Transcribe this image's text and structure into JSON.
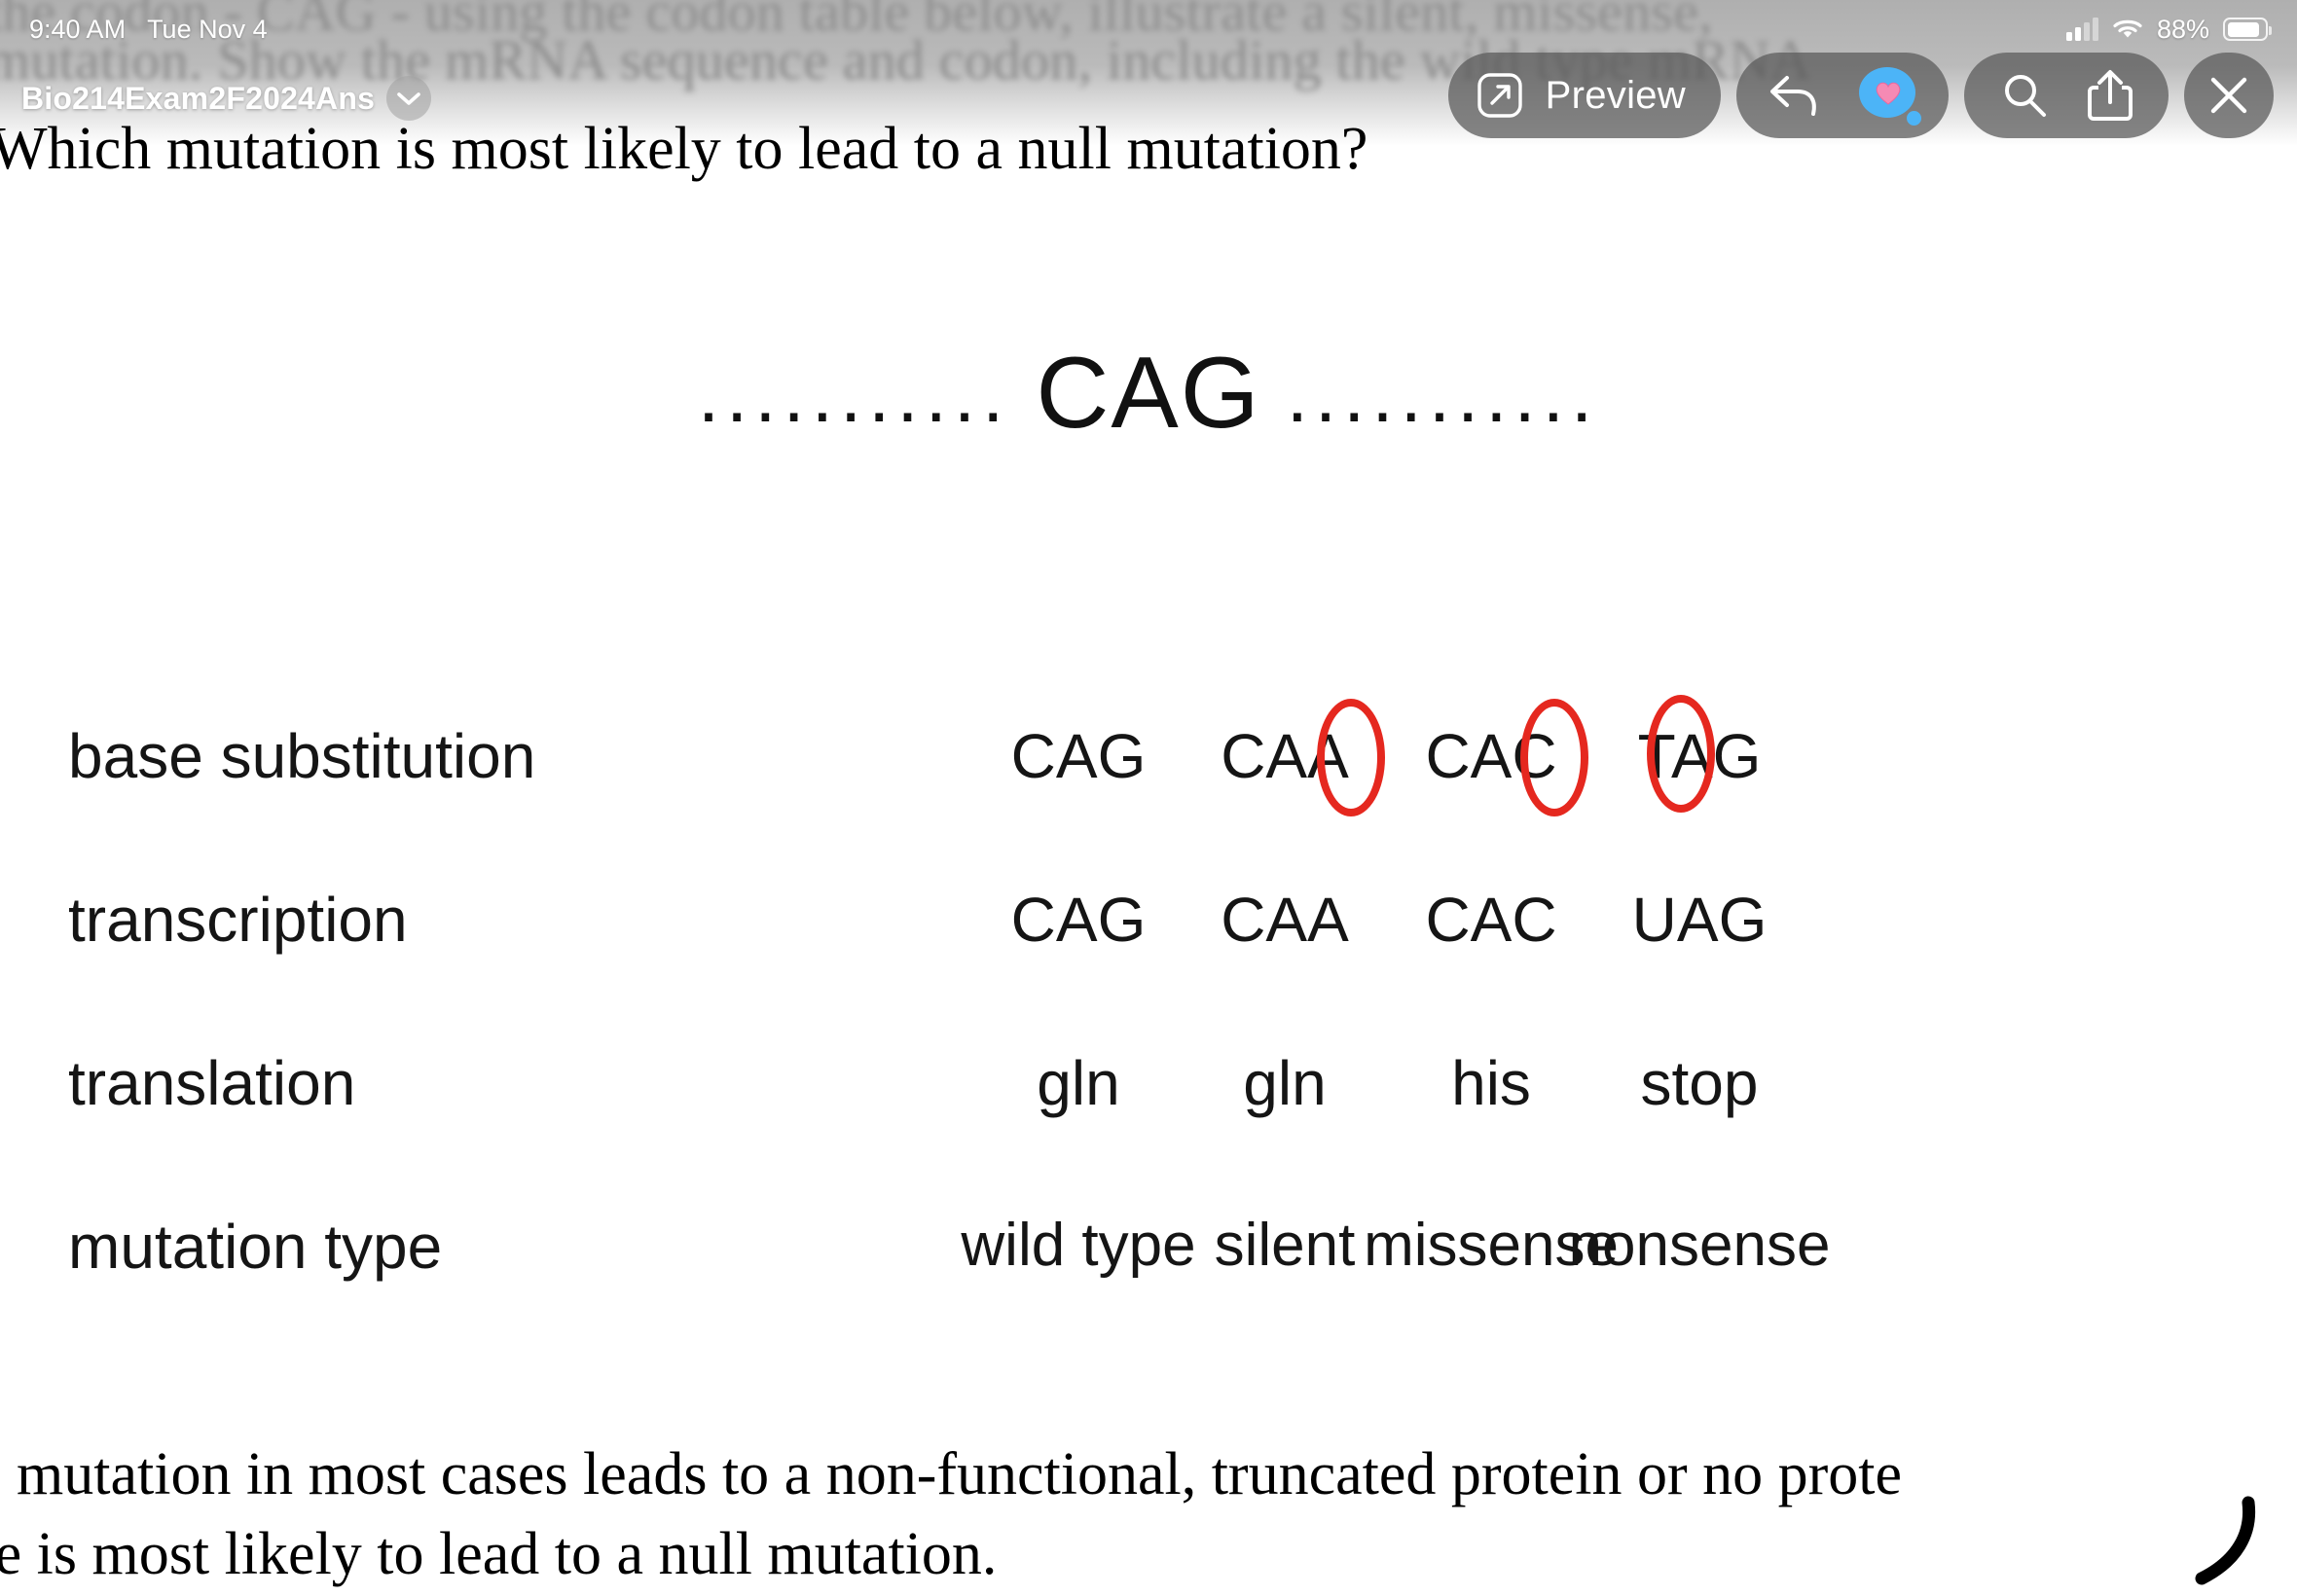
{
  "status_bar": {
    "time": "9:40 AM",
    "date": "Tue Nov 4",
    "battery_percent": "88%",
    "icons": [
      "cellular-signal-icon",
      "wifi-icon",
      "battery-icon"
    ]
  },
  "file_chip": {
    "filename": "Bio214Exam2F2024Ans",
    "chevron": "chevron-down-icon"
  },
  "toolbar": {
    "preview_label": "Preview",
    "preview_icon": "open-in-new-icon",
    "reply_icon": "reply-arrow-icon",
    "markup_icon": "speech-bubble-heart-icon",
    "search_icon": "search-icon",
    "share_icon": "share-icon",
    "close_icon": "close-icon"
  },
  "document": {
    "line_top_1": "the codon - CAG - using the codon table below, illustrate a silent, missense,",
    "line_top_2": "mutation. Show the mRNA sequence and codon, including the wild type mRNA",
    "question": "Which mutation is most likely to lead to a null mutation?",
    "codon_header": {
      "left_dots": "...........",
      "codon": "CAG",
      "right_dots": "..........."
    },
    "bottom_line_1": "e mutation in most cases leads to a non-functional, truncated protein or no prote",
    "bottom_line_2": "re is most likely to lead to a null mutation.",
    "hand_mark": "handwritten-curve-mark"
  },
  "chart_data": {
    "type": "table",
    "title": "........... CAG ...........",
    "row_labels": [
      "base substitution",
      "transcription",
      "translation",
      "mutation type"
    ],
    "columns": [
      "col-1",
      "col-2",
      "col-3",
      "col-4"
    ],
    "rows": [
      {
        "label": "base substitution",
        "values": [
          "CAG",
          "CAA",
          "CAC",
          "TAG"
        ],
        "annotations": [
          {
            "column": 2,
            "circled_letter": "A",
            "position": "third",
            "color": "#e5281f"
          },
          {
            "column": 3,
            "circled_letter": "C",
            "position": "third",
            "color": "#e5281f"
          },
          {
            "column": 4,
            "circled_letter": "T",
            "position": "first",
            "color": "#e5281f"
          }
        ]
      },
      {
        "label": "transcription",
        "values": [
          "CAG",
          "CAA",
          "CAC",
          "UAG"
        ],
        "annotations": []
      },
      {
        "label": "translation",
        "values": [
          "gln",
          "gln",
          "his",
          "stop"
        ],
        "annotations": []
      },
      {
        "label": "mutation type",
        "values": [
          "wild type",
          "silent",
          "missense",
          "nonsense"
        ],
        "annotations": []
      }
    ]
  },
  "colors": {
    "annotation_red": "#e5281f",
    "toolbar_pill": "rgba(90,90,90,0.74)",
    "bubble_blue": "#4cb4f7",
    "heart_pink": "#f58ab4",
    "page_background": "#ffffff"
  }
}
